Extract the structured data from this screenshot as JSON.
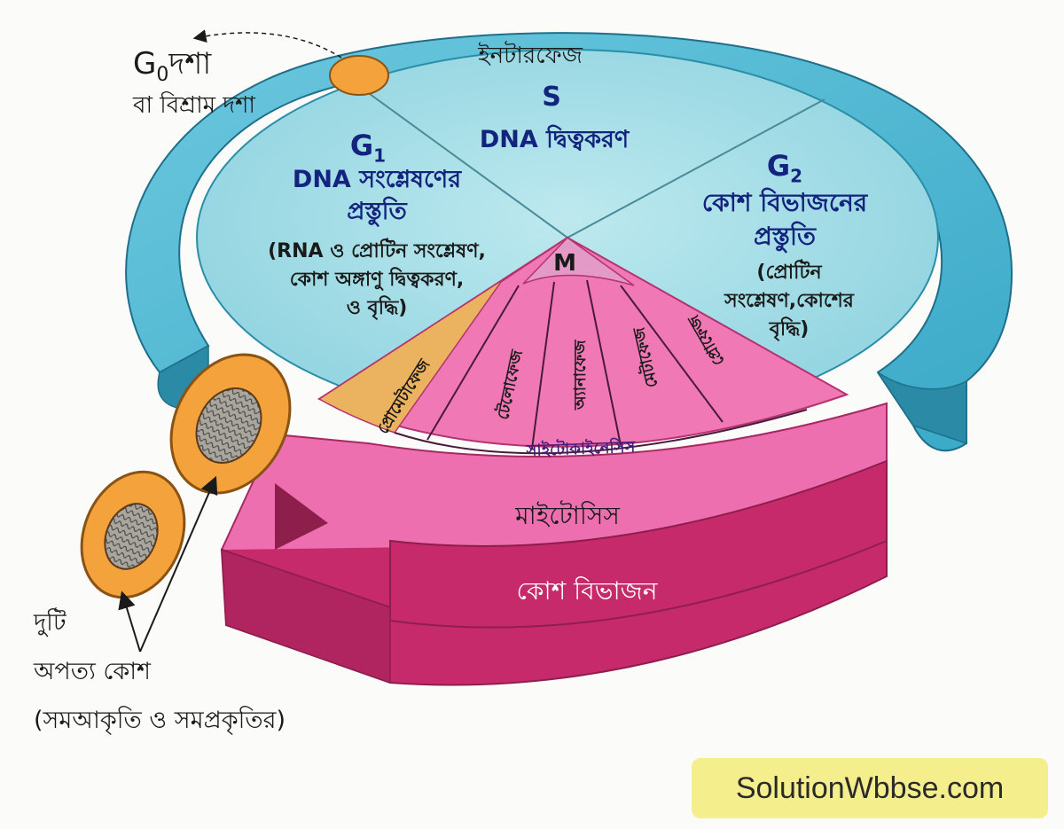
{
  "labels": {
    "g0_letter": "G",
    "g0_sub": "0",
    "g0_word": "দশা",
    "g0_alt": "বা বিশ্রাম দশা",
    "interphase": "ইনটারফেজ",
    "s_letter": "S",
    "s_desc": "DNA দ্বিত্বকরণ",
    "g1_letter": "G",
    "g1_sub": "1",
    "g1_desc_1": "DNA সংশ্লেষণের",
    "g1_desc_2": "প্রস্তুতি",
    "g1_note_1": "(RNA ও প্রোটিন সংশ্লেষণ,",
    "g1_note_2": "কোশ অঙ্গাণু দ্বিত্বকরণ,",
    "g1_note_3": "ও বৃদ্ধি)",
    "g2_letter": "G",
    "g2_sub": "2",
    "g2_desc_1": "কোশ বিভাজনের",
    "g2_desc_2": "প্রস্তুতি",
    "g2_note_1": "(প্রোটিন",
    "g2_note_2": "সংশ্লেষণ,কোশের",
    "g2_note_3": "বৃদ্ধি)",
    "m_letter": "M",
    "phases": [
      "টেলোফেজ",
      "অ্যানাফেজ",
      "মেটাফেজ",
      "প্রোফেজ"
    ],
    "phase_extra": "প্রোমেটাফেজ",
    "cytokinesis": "সাইটোকাইনেসিস",
    "mitosis": "মাইটোসিস",
    "cell_division": "কোশ বিভাজন",
    "daughter_1": "দুটি",
    "daughter_2": "অপত্য কোশ",
    "daughter_3": "(সমআকৃতি ও সমপ্রকৃতির)"
  },
  "watermark": "SolutionWbbse.com",
  "colors": {
    "interphase_ring": "#46b6d4",
    "interphase_top": "#9fdce6",
    "mitosis_pink": "#ef6fb0",
    "mitosis_dark": "#c72a6a",
    "m_segment": "#e39ac6",
    "prometaphase": "#ebb25f",
    "cell_orange": "#f3a23c",
    "label_blue": "#13237e",
    "watermark_bg": "#f4ee8c"
  }
}
